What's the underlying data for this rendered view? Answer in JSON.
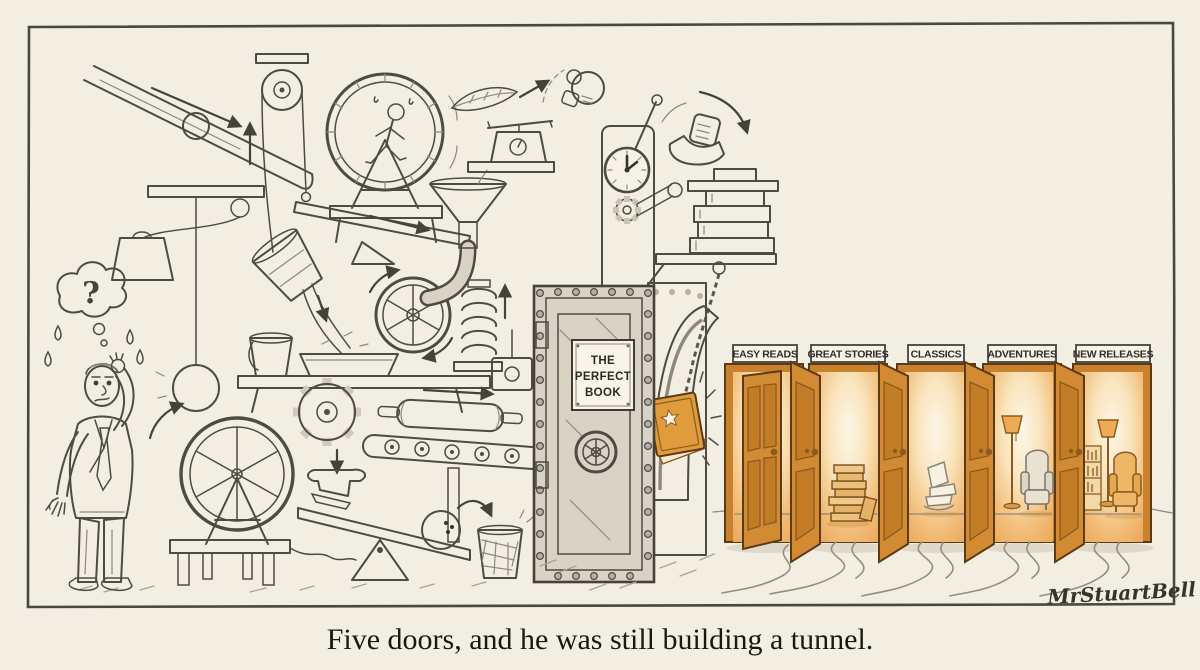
{
  "caption": "Five doors, and he was still building a tunnel.",
  "signature": "MrStuartBell",
  "man": {
    "question_mark": "?"
  },
  "vault": {
    "plaque": {
      "line1": "THE",
      "line2": "PERFECT",
      "line3": "BOOK"
    }
  },
  "doors": [
    {
      "label": "EASY READS"
    },
    {
      "label": "GREAT STORIES"
    },
    {
      "label": "CLASSICS"
    },
    {
      "label": "ADVENTURES"
    },
    {
      "label": "NEW RELEASES"
    }
  ],
  "palette": {
    "paper": "#f3eee2",
    "pencil": "#4e4a44",
    "door_orange": "#d28a33",
    "door_outline": "#5b3a14",
    "glow": "#f5c98b",
    "metal": "#d8d3c5"
  }
}
